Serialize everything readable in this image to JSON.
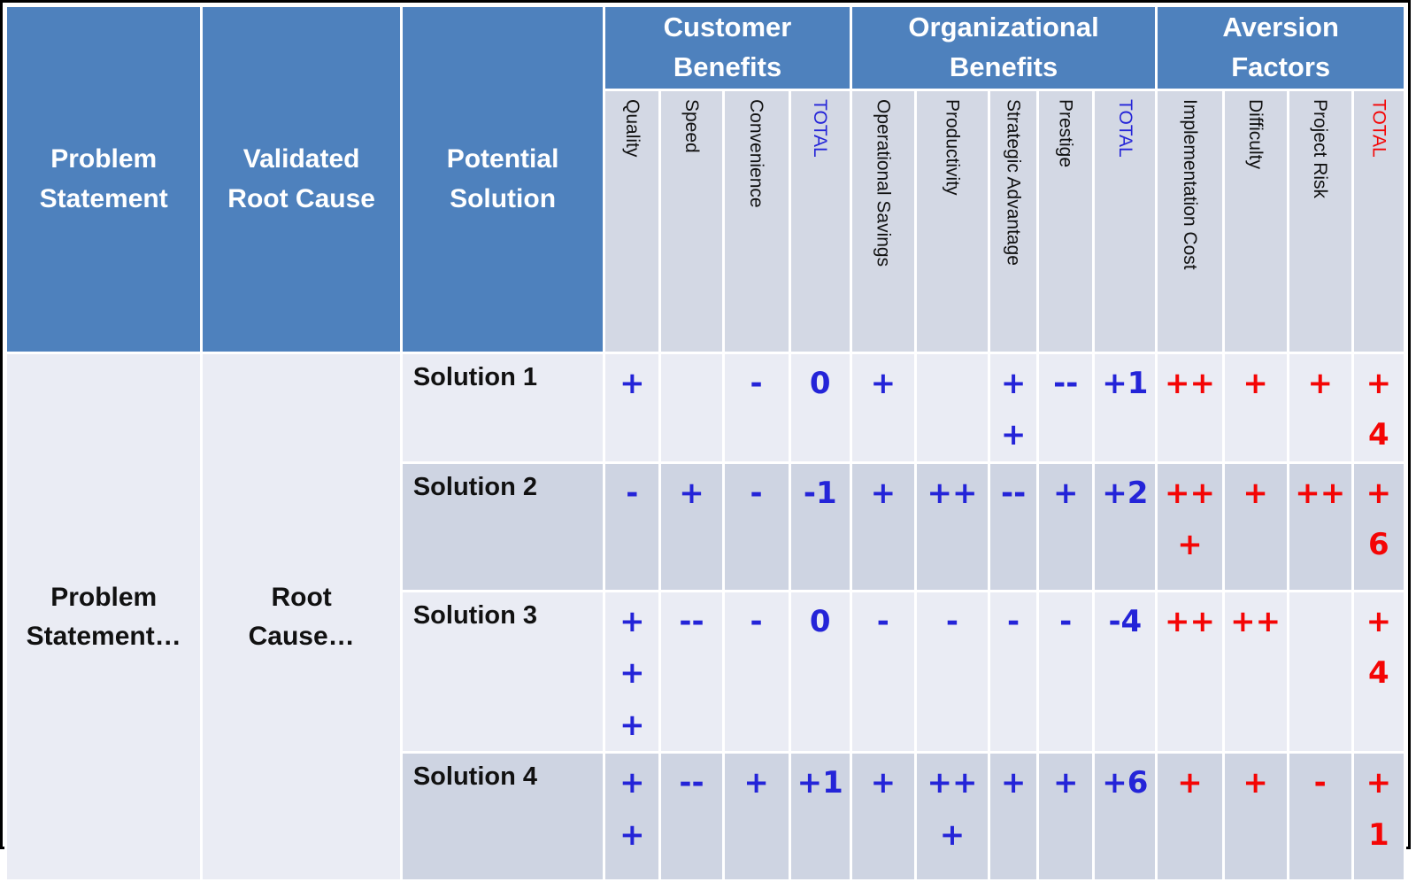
{
  "doc_type": "decision-matrix-table",
  "colors": {
    "header_blue": "#4E81BD",
    "subheader_bg": "#D3D8E4",
    "band_light": "#EAECF4",
    "band_dark": "#CED4E2",
    "rating_blue": "#2424D8",
    "rating_red": "#F40505"
  },
  "table": {
    "row_headers": [
      "Problem Statement",
      "Validated Root Cause",
      "Potential Solution"
    ],
    "groups": [
      {
        "label": "Customer Benefits",
        "columns": [
          "Quality",
          "Speed",
          "Convenience",
          "TOTAL"
        ]
      },
      {
        "label": "Organizational Benefits",
        "columns": [
          "Operational Savings",
          "Productivity",
          "Strategic Advantage",
          "Prestige",
          "TOTAL"
        ]
      },
      {
        "label": "Aversion Factors",
        "columns": [
          "Implementation Cost",
          "Difficulty",
          "Project Risk",
          "TOTAL"
        ]
      }
    ],
    "problem_statement": "Problem Statement…",
    "root_cause": "Root Cause…",
    "solutions": [
      {
        "label": "Solution 1",
        "values": [
          "+",
          "",
          "-",
          "0",
          "+",
          "",
          "++",
          "--",
          "+1",
          "++",
          "+",
          "+",
          "+4"
        ]
      },
      {
        "label": "Solution 2",
        "values": [
          "-",
          "+",
          "-",
          "-1",
          "+",
          "++",
          "--",
          "+",
          "+2",
          "+++",
          "+",
          "++",
          "+6"
        ]
      },
      {
        "label": "Solution 3",
        "values": [
          "+++",
          "--",
          "-",
          "0",
          "-",
          "-",
          "-",
          "-",
          "-4",
          "++",
          "++",
          "",
          "+4"
        ]
      },
      {
        "label": "Solution 4",
        "values": [
          "++",
          "--",
          "+",
          "+1",
          "+",
          "+++",
          "+",
          "+",
          "+6",
          "+",
          "+",
          "-",
          "+1"
        ]
      }
    ]
  }
}
